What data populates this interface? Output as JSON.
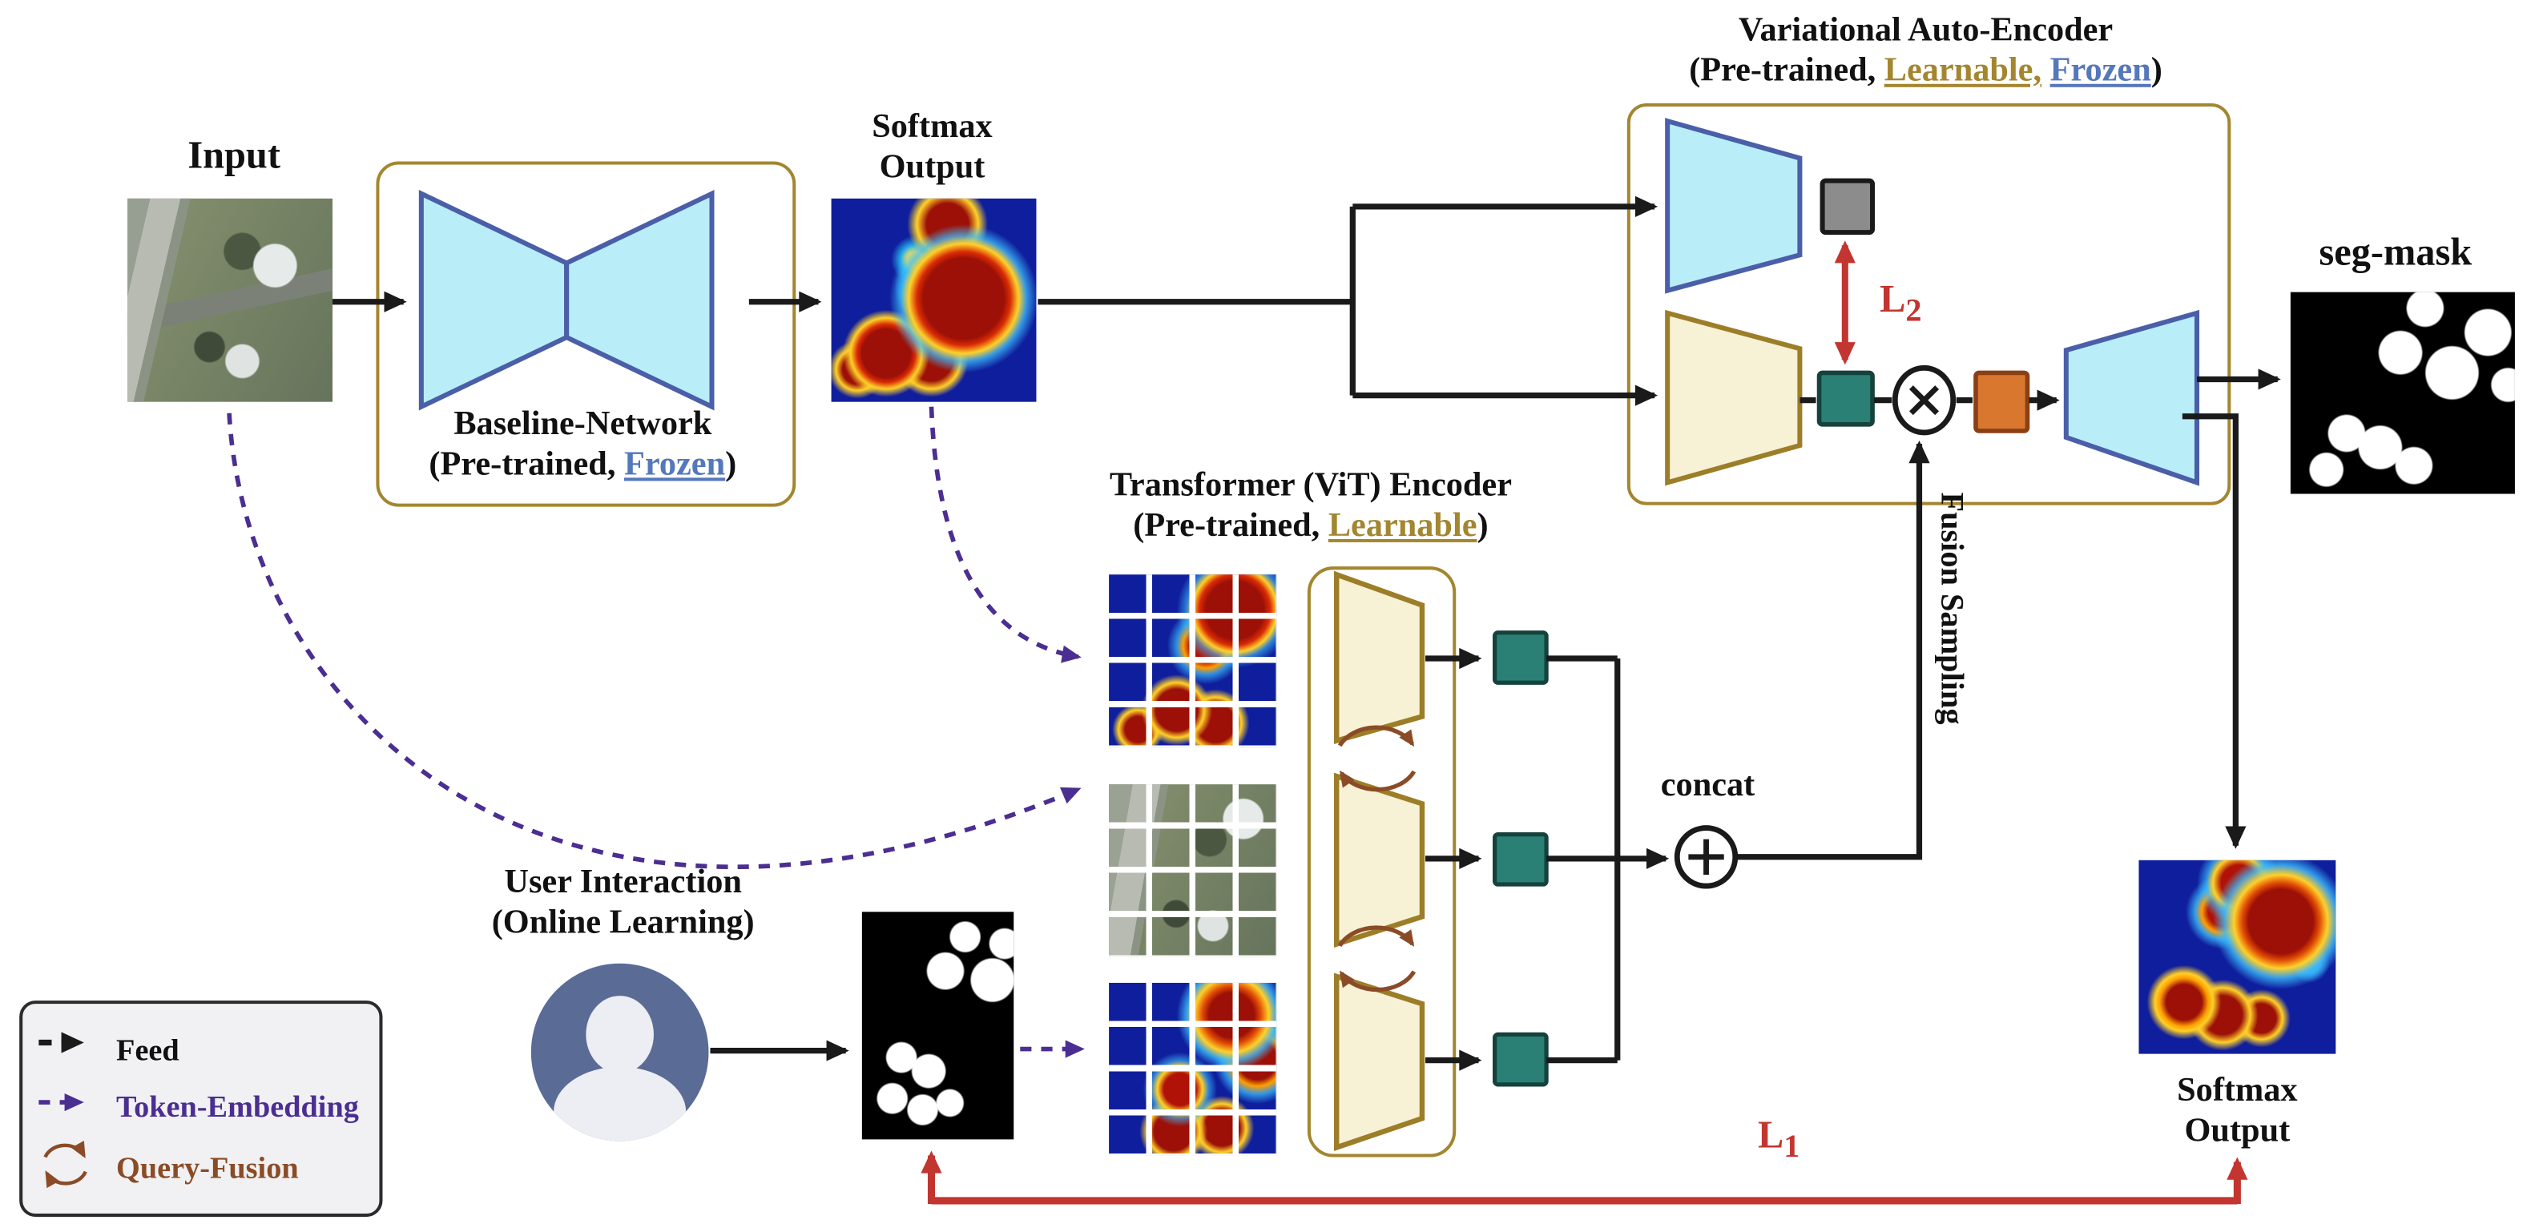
{
  "labels": {
    "input": "Input",
    "softmax_top": {
      "l1": "Softmax",
      "l2": "Output"
    },
    "baseline": {
      "name": "Baseline-Network",
      "paren_open": "(Pre-trained, ",
      "frozen": "Frozen",
      "paren_close": ")"
    },
    "vae": {
      "name": "Variational Auto-Encoder",
      "paren_open": "(Pre-trained, ",
      "learnable": "Learnable,",
      "frozen": "Frozen",
      "paren_close": ")"
    },
    "vit": {
      "name": "Transformer (ViT) Encoder",
      "paren_open": "(Pre-trained, ",
      "learnable": "Learnable",
      "paren_close": ")"
    },
    "user": {
      "l1": "User Interaction",
      "l2": "(Online Learning)"
    },
    "seg_mask": "seg-mask",
    "softmax_bottom": {
      "l1": "Softmax",
      "l2": "Output"
    },
    "concat": "concat",
    "fusion_sampling": "Fusion Sampling",
    "loss1": {
      "base": "L",
      "sub": "1"
    },
    "loss2": {
      "base": "L",
      "sub": "2"
    }
  },
  "legend": {
    "feed": "Feed",
    "token_embedding": "Token-Embedding",
    "query_fusion": "Query-Fusion"
  },
  "icons": {
    "concat_icon": "circled-plus",
    "fusion_multiply_icon": "circled-times",
    "query_fusion_icon": "cyclic-arrows",
    "feed_icon": "black-dashed-arrow",
    "token_embedding_icon": "purple-dashed-arrow",
    "user_avatar_icon": "person-silhouette"
  },
  "colors": {
    "box_gold": "#a3862f",
    "trapezoid_cyan_fill": "#b9edf8",
    "trapezoid_blue_stroke": "#4a5fa8",
    "trapezoid_cream_fill": "#f7f1d6",
    "teal_square": "#2b8075",
    "gray_square": "#8c8c8c",
    "orange_square": "#d9772f",
    "loss_red": "#c23530",
    "token_purple": "#4b2e91",
    "query_brown": "#8a4b26",
    "heatmap_blue": "#0f1e9c",
    "heatmap_red": "#9c1007",
    "avatar_blue": "#5a6b96"
  }
}
